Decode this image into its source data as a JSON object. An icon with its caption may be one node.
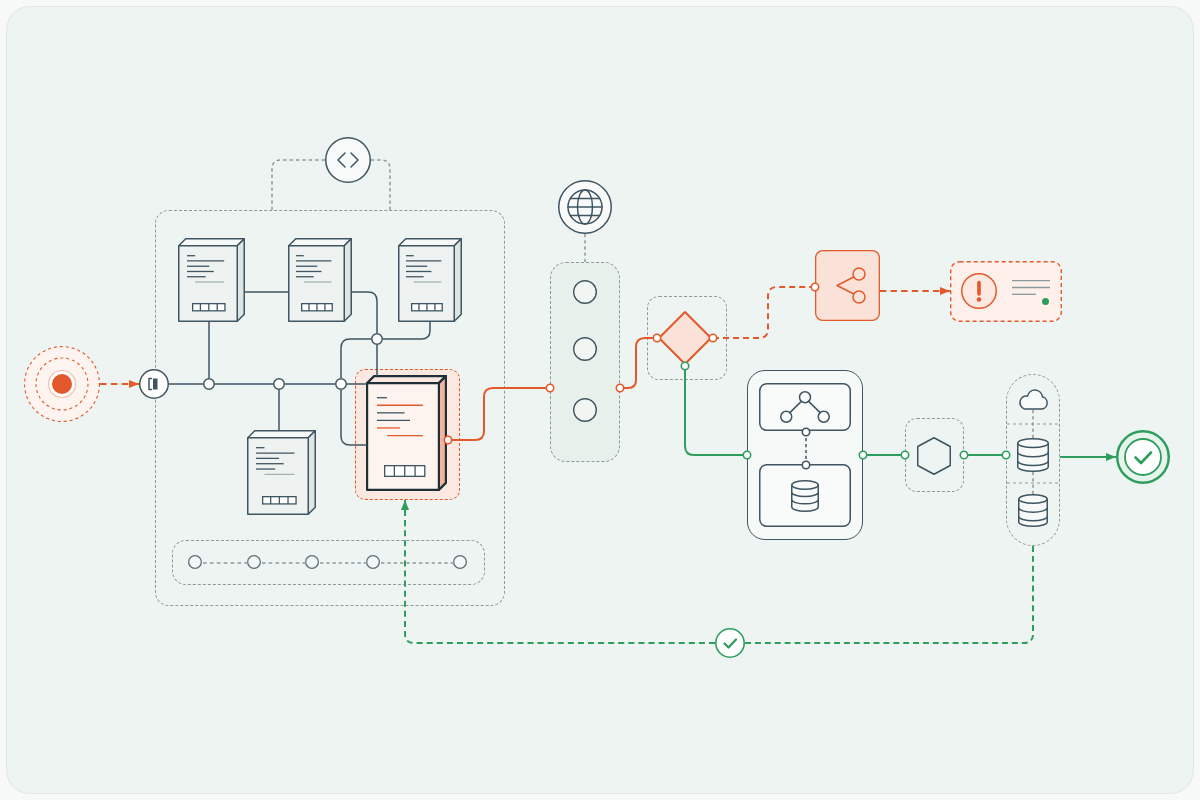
{
  "diagram": {
    "nodes": [
      {
        "text": [],
        "shape": "circle"
      },
      {
        "text": [],
        "shape": "circle"
      },
      {
        "text": [],
        "shape": "circle"
      },
      {
        "text": [],
        "shape": "box"
      },
      {
        "text": [],
        "shape": "box",
        "in": 3
      },
      {
        "text": [],
        "shape": "box",
        "in": 3
      },
      {
        "text": [],
        "shape": "box",
        "in": 3
      },
      {
        "text": [],
        "shape": "circle",
        "in": 3
      },
      {
        "text": [],
        "shape": "circle",
        "in": 3
      },
      {
        "text": [],
        "shape": "circle",
        "in": 3
      },
      {
        "text": [],
        "shape": "circle",
        "in": 3
      },
      {
        "text": [],
        "shape": "box",
        "in": 3
      },
      {
        "text": [],
        "shape": "box",
        "in": 11
      },
      {
        "text": [],
        "shape": "box",
        "in": 3
      },
      {
        "text": [],
        "shape": "bar",
        "in": 3
      },
      {
        "text": [],
        "shape": "circle",
        "in": 14
      },
      {
        "text": [],
        "shape": "circle",
        "in": 14
      },
      {
        "text": [],
        "shape": "circle",
        "in": 14
      },
      {
        "text": [],
        "shape": "circle",
        "in": 14
      },
      {
        "text": [],
        "shape": "circle",
        "in": 14
      },
      {
        "text": [],
        "shape": "circle"
      },
      {
        "text": [],
        "shape": "box"
      },
      {
        "text": [],
        "shape": "circle",
        "in": 21
      },
      {
        "text": [],
        "shape": "circle",
        "in": 21
      },
      {
        "text": [],
        "shape": "circle",
        "in": 21
      },
      {
        "text": [],
        "shape": "box"
      },
      {
        "text": [],
        "shape": "diamond",
        "in": 25
      },
      {
        "text": [],
        "shape": "box"
      },
      {
        "text": [],
        "shape": "box"
      },
      {
        "text": [],
        "shape": "box"
      },
      {
        "text": [],
        "shape": "box",
        "in": 29
      },
      {
        "text": [],
        "shape": "box",
        "in": 29
      },
      {
        "text": [],
        "shape": "box"
      },
      {
        "text": [],
        "shape": "hexagon",
        "in": 32
      },
      {
        "text": [],
        "shape": "box"
      },
      {
        "text": [],
        "shape": "cloud",
        "in": 34
      },
      {
        "text": [],
        "shape": "cylinder",
        "in": 34
      },
      {
        "text": [],
        "shape": "cylinder",
        "in": 34
      },
      {
        "text": [],
        "shape": "circle"
      },
      {
        "text": [],
        "shape": "circle"
      }
    ],
    "edges": [
      {
        "from": 0,
        "to": 1,
        "arrow": "to",
        "style": "dashed",
        "color": "#e2592c"
      },
      {
        "from": 2,
        "to": 3,
        "arrow": "none",
        "style": "dashed",
        "color": "#8b9a9d"
      },
      {
        "from": 2,
        "to": 3,
        "arrow": "none",
        "style": "dashed",
        "color": "#8b9a9d"
      },
      {
        "from": 1,
        "to": 8,
        "arrow": "none"
      },
      {
        "from": 8,
        "to": 4,
        "arrow": "none"
      },
      {
        "from": 4,
        "to": 5,
        "arrow": "none"
      },
      {
        "from": 8,
        "to": 9,
        "arrow": "none"
      },
      {
        "from": 9,
        "to": 13,
        "arrow": "none"
      },
      {
        "from": 9,
        "to": 10,
        "arrow": "none"
      },
      {
        "from": 10,
        "to": 12,
        "arrow": "none"
      },
      {
        "from": 10,
        "to": 7,
        "arrow": "none"
      },
      {
        "from": 10,
        "to": 12,
        "arrow": "none"
      },
      {
        "from": 7,
        "to": 5,
        "arrow": "none"
      },
      {
        "from": 7,
        "to": 6,
        "arrow": "none"
      },
      {
        "from": 7,
        "to": 12,
        "arrow": "none"
      },
      {
        "from": 15,
        "to": 16,
        "arrow": "none",
        "style": "dashed",
        "color": "#8b9a9d"
      },
      {
        "from": 16,
        "to": 17,
        "arrow": "none",
        "style": "dashed",
        "color": "#8b9a9d"
      },
      {
        "from": 17,
        "to": 18,
        "arrow": "none",
        "style": "dashed",
        "color": "#8b9a9d"
      },
      {
        "from": 18,
        "to": 19,
        "arrow": "none",
        "style": "dashed",
        "color": "#8b9a9d"
      },
      {
        "from": 20,
        "to": 21,
        "arrow": "none",
        "style": "dashed",
        "color": "#8b9a9d"
      },
      {
        "from": 12,
        "to": 21,
        "arrow": "other",
        "color": "#e2592c"
      },
      {
        "from": 21,
        "to": 26,
        "arrow": "other",
        "color": "#e2592c"
      },
      {
        "from": 26,
        "to": 27,
        "arrow": "other",
        "style": "dashed",
        "color": "#e2592c"
      },
      {
        "from": 27,
        "to": 28,
        "arrow": "to",
        "style": "dashed",
        "color": "#e2592c"
      },
      {
        "from": 26,
        "to": 29,
        "arrow": "other",
        "color": "#2e9e5e"
      },
      {
        "from": 30,
        "to": 31,
        "arrow": "other",
        "style": "dashed"
      },
      {
        "from": 29,
        "to": 32,
        "arrow": "other",
        "color": "#2e9e5e"
      },
      {
        "from": 32,
        "to": 34,
        "arrow": "other",
        "color": "#2e9e5e"
      },
      {
        "from": 34,
        "to": 38,
        "arrow": "to",
        "color": "#2e9e5e"
      },
      {
        "from": 34,
        "to": 39,
        "arrow": "none",
        "style": "dashed",
        "color": "#2e9e5e"
      },
      {
        "from": 39,
        "to": 11,
        "arrow": "to",
        "style": "dashed",
        "color": "#2e9e5e"
      },
      {
        "from": 35,
        "to": 36,
        "arrow": "none",
        "style": "dashed",
        "color": "#8b9a9d"
      },
      {
        "from": 36,
        "to": 37,
        "arrow": "none",
        "style": "dashed",
        "color": "#8b9a9d"
      }
    ]
  }
}
